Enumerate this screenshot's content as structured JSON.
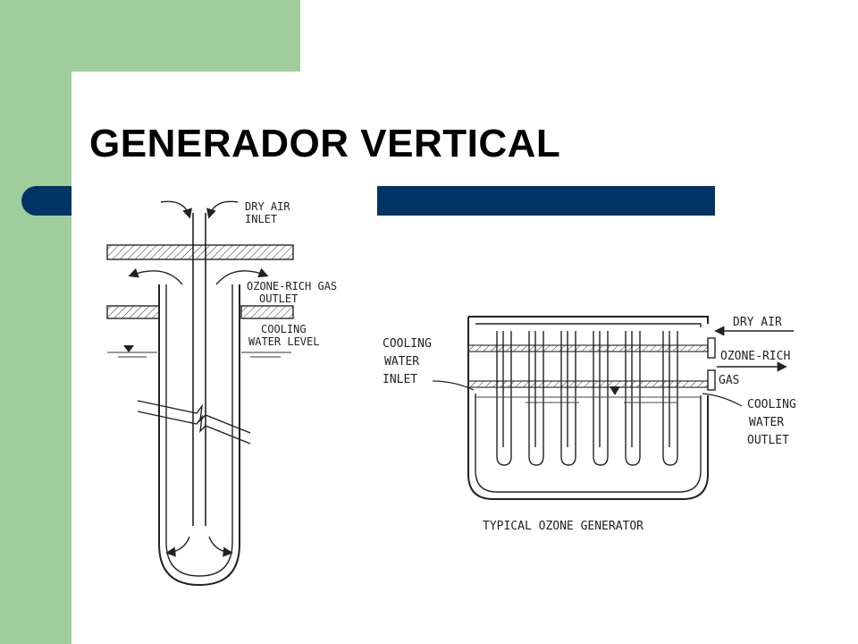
{
  "slide": {
    "title": "GENERADOR VERTICAL",
    "colors": {
      "sidebar": "#9fcd9b",
      "accent_bar": "#003366",
      "ink": "#222222"
    }
  },
  "left_diagram": {
    "labels": {
      "dry_air_line1": "DRY AIR",
      "dry_air_line2": "INLET",
      "ozone_line1": "OZONE-RICH GAS",
      "ozone_line2": "OUTLET",
      "cooling_line1": "COOLING",
      "cooling_line2": "WATER LEVEL"
    }
  },
  "right_diagram": {
    "caption": "TYPICAL OZONE GENERATOR",
    "labels": {
      "dry_air": "DRY AIR",
      "ozone_rich": "OZONE-RICH",
      "gas": "GAS",
      "cw_inlet_line1": "COOLING",
      "cw_inlet_line2": "WATER",
      "cw_inlet_line3": "INLET",
      "cw_outlet_line1": "COOLING",
      "cw_outlet_line2": "WATER",
      "cw_outlet_line3": "OUTLET"
    }
  }
}
